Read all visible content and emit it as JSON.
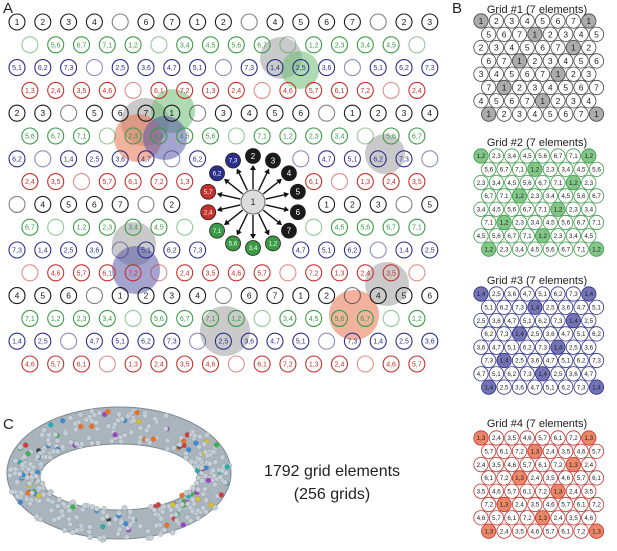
{
  "panels": {
    "a": "A",
    "b": "B",
    "c": "C"
  },
  "grid_titles": [
    "Grid #1 (7 elements)",
    "Grid #2 (7 elements)",
    "Grid #3 (7 elements)",
    "Grid #4 (7 elements)"
  ],
  "grid_labels": [
    [
      "1",
      "2",
      "3",
      "4",
      "5",
      "6",
      "7"
    ],
    [
      "1,2",
      "2,3",
      "3,4",
      "4,5",
      "5,6",
      "6,7",
      "7,1"
    ],
    [
      "1,4",
      "2,5",
      "3,6",
      "4,7",
      "5,1",
      "6,2",
      "7,3"
    ],
    [
      "1,3",
      "2,4",
      "3,5",
      "4,6",
      "5,7",
      "6,1",
      "7,2"
    ]
  ],
  "center_cell": "1",
  "neighbors": [
    "2",
    "3",
    "4",
    "5",
    "6",
    "7",
    "1,2",
    "3,4",
    "5,6",
    "7,1",
    "2,4",
    "5,7",
    "6,2",
    "7,3"
  ],
  "caption": {
    "line1": "1792 grid elements",
    "line2": "(256 grids)"
  },
  "colors": {
    "black": "#1a1a1a",
    "green": "#3a9a45",
    "blue": "#2c2f8a",
    "red": "#c4302b",
    "gray_fill": "#9e9e9e",
    "green_fill": "#6cbd72",
    "blue_fill": "#5a5aa8",
    "orange_fill": "#e8734f",
    "torus": "#aab4bc"
  }
}
